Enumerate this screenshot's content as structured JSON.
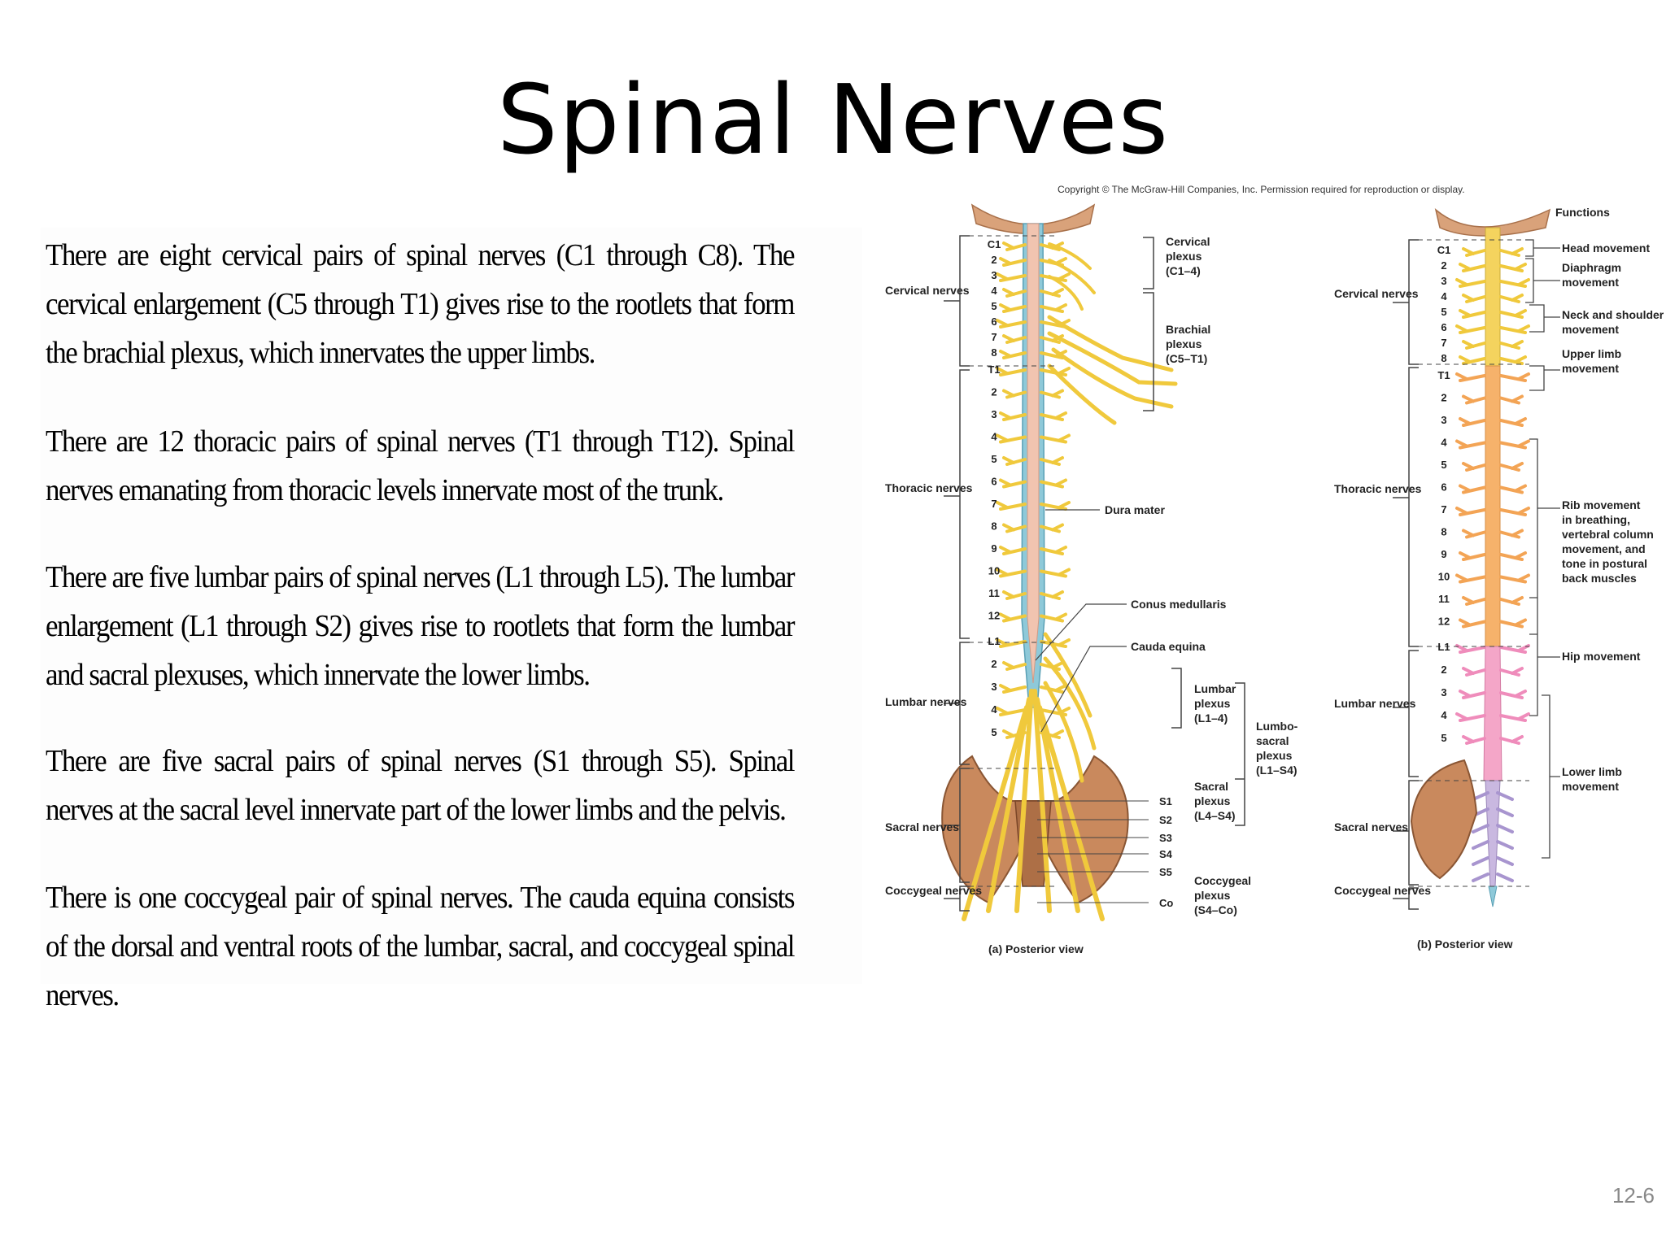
{
  "slide": {
    "title": "Spinal Nerves",
    "slide_number": "12-6",
    "paragraphs": [
      "There are eight cervical pairs of spinal nerves (C1 through C8). The cervical enlargement (C5 through T1) gives rise to the rootlets that form the brachial plexus, which innervates the upper limbs.",
      "There are 12 thoracic pairs of spinal nerves (T1 through T12). Spinal nerves emanating from thoracic levels innervate most of the trunk.",
      "There are five lumbar pairs of spinal nerves (L1 through L5). The lumbar enlargement (L1 through S2) gives rise to rootlets that form the lumbar and sacral plexuses, which innervate the lower limbs.",
      "There are five sacral pairs of spinal nerves (S1 through S5). Spinal nerves at the sacral level innervate part of the lower limbs and the pelvis.",
      "There is one coccygeal pair of spinal nerves. The cauda equina consists of the dorsal and ventral roots of the lumbar, sacral, and coccygeal spinal nerves."
    ]
  },
  "figure": {
    "copyright": "Copyright © The McGraw-Hill Companies, Inc. Permission required for reproduction or display.",
    "panel_a": {
      "caption": "(a) Posterior view",
      "nerve_groups": {
        "cervical": "Cervical nerves",
        "thoracic": "Thoracic nerves",
        "lumbar": "Lumbar nerves",
        "sacral": "Sacral nerves",
        "coccygeal": "Coccygeal nerves"
      },
      "level_labels": [
        "C1",
        "2",
        "3",
        "4",
        "5",
        "6",
        "7",
        "8",
        "T1",
        "2",
        "3",
        "4",
        "5",
        "6",
        "7",
        "8",
        "9",
        "10",
        "11",
        "12",
        "L1",
        "2",
        "3",
        "4",
        "5"
      ],
      "sacral_labels": [
        "S1",
        "S2",
        "S3",
        "S4",
        "S5",
        "Co"
      ],
      "structures": {
        "cervical_plexus": [
          "Cervical",
          "plexus",
          "(C1–4)"
        ],
        "brachial_plexus": [
          "Brachial",
          "plexus",
          "(C5–T1)"
        ],
        "dura_mater": "Dura mater",
        "conus_medullaris": "Conus medullaris",
        "cauda_equina": "Cauda equina",
        "lumbar_plexus": [
          "Lumbar",
          "plexus",
          "(L1–4)"
        ],
        "lumbosacral_plexus": [
          "Lumbo-",
          "sacral",
          "plexus",
          "(L1–S4)"
        ],
        "sacral_plexus": [
          "Sacral",
          "plexus",
          "(L4–S4)"
        ],
        "coccygeal_plexus": [
          "Coccygeal",
          "plexus",
          "(S4–Co)"
        ]
      }
    },
    "panel_b": {
      "caption": "(b) Posterior view",
      "functions_heading": "Functions",
      "nerve_groups": {
        "cervical": "Cervical nerves",
        "thoracic": "Thoracic nerves",
        "lumbar": "Lumbar nerves",
        "sacral": "Sacral nerves",
        "coccygeal": "Coccygeal nerves"
      },
      "level_labels": [
        "C1",
        "2",
        "3",
        "4",
        "5",
        "6",
        "7",
        "8",
        "T1",
        "2",
        "3",
        "4",
        "5",
        "6",
        "7",
        "8",
        "9",
        "10",
        "11",
        "12",
        "L1",
        "2",
        "3",
        "4",
        "5"
      ],
      "functions": {
        "head": "Head movement",
        "diaphragm": [
          "Diaphragm",
          "movement"
        ],
        "neck": [
          "Neck and shoulder",
          "movement"
        ],
        "upper_limb": [
          "Upper limb",
          "movement"
        ],
        "rib": [
          "Rib movement",
          "in breathing,",
          "vertebral column",
          "movement, and",
          "tone in postural",
          "back muscles"
        ],
        "hip": "Hip movement",
        "lower_limb": [
          "Lower limb",
          "movement"
        ]
      }
    }
  }
}
